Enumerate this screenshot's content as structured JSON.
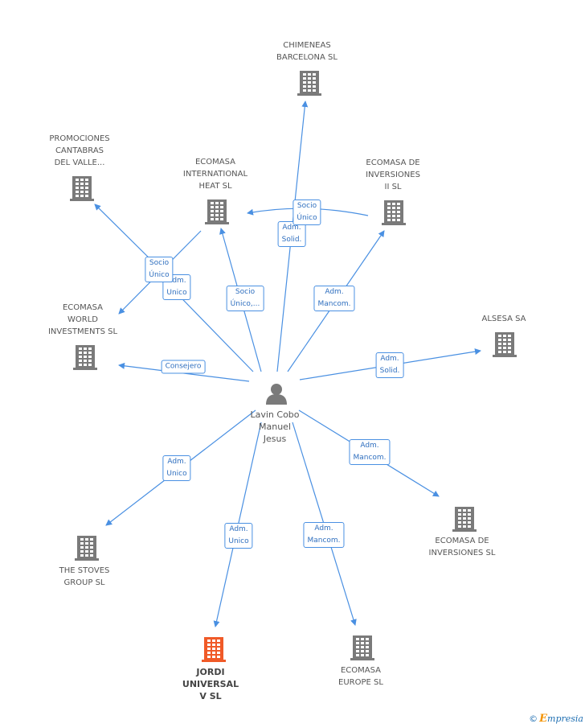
{
  "colors": {
    "edge": "#4a90e2",
    "building": "#7a7a7a",
    "building_highlight": "#f05a28",
    "person": "#7a7a7a"
  },
  "person": {
    "name": "Lavin Cobo\nManuel\nJesus",
    "icon": "person-icon"
  },
  "companies": [
    {
      "id": "chimeneas",
      "label": "CHIMENEAS\nBARCELONA SL",
      "highlight": false
    },
    {
      "id": "promociones",
      "label": "PROMOCIONES\nCANTABRAS\nDEL VALLE...",
      "highlight": false
    },
    {
      "id": "ecomasa_int",
      "label": "ECOMASA\nINTERNATIONAL\nHEAT SL",
      "highlight": false
    },
    {
      "id": "ecomasa_inv2",
      "label": "ECOMASA DE\nINVERSIONES\nII SL",
      "highlight": false
    },
    {
      "id": "ecomasa_world",
      "label": "ECOMASA\nWORLD\nINVESTMENTS SL",
      "highlight": false
    },
    {
      "id": "alsesa",
      "label": "ALSESA SA",
      "highlight": false
    },
    {
      "id": "ecomasa_inv",
      "label": "ECOMASA DE\nINVERSIONES SL",
      "highlight": false
    },
    {
      "id": "stoves",
      "label": "THE STOVES\nGROUP  SL",
      "highlight": false
    },
    {
      "id": "jordi",
      "label": "JORDI\nUNIVERSAL\nV SL",
      "highlight": true
    },
    {
      "id": "ecomasa_europe",
      "label": "ECOMASA\nEUROPE  SL",
      "highlight": false
    }
  ],
  "relations": [
    {
      "id": "r_chimeneas",
      "label": "Adm.\nSolid."
    },
    {
      "id": "r_socio_unico_top",
      "label": "Socio\nÚnico"
    },
    {
      "id": "r_socio_unico_left",
      "label": "Socio\nÚnico"
    },
    {
      "id": "r_adm_unico_left",
      "label": "Adm.\nUnico"
    },
    {
      "id": "r_socio_unico_int",
      "label": "Socio\nÚnico,..."
    },
    {
      "id": "r_inv2",
      "label": "Adm.\nMancom."
    },
    {
      "id": "r_world",
      "label": "Consejero"
    },
    {
      "id": "r_alsesa",
      "label": "Adm.\nSolid."
    },
    {
      "id": "r_inv",
      "label": "Adm.\nMancom."
    },
    {
      "id": "r_stoves",
      "label": "Adm.\nUnico"
    },
    {
      "id": "r_jordi",
      "label": "Adm.\nUnico"
    },
    {
      "id": "r_europe",
      "label": "Adm.\nMancom."
    }
  ],
  "footer": {
    "copyright": "©",
    "brand_initial": "E",
    "brand_rest": "mpresia"
  }
}
